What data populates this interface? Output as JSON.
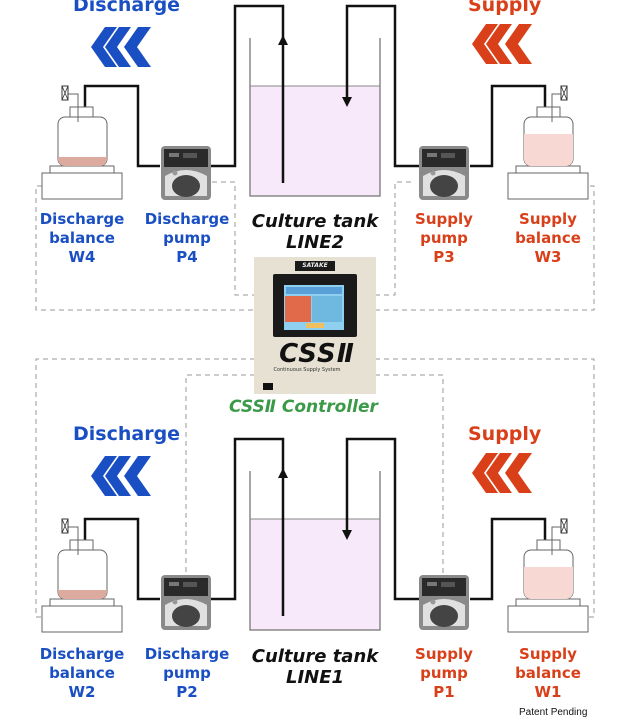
{
  "colors": {
    "discharge": "#1a4fc4",
    "supply": "#d9401a",
    "controller": "#3a9a48",
    "tank_liquid": "#f7e9f9",
    "discharge_liquid": "#ddaaa0",
    "supply_liquid": "#f8d8d2"
  },
  "line2": {
    "discharge_heading": "Discharge",
    "supply_heading": "Supply",
    "discharge_balance": [
      "Discharge",
      "balance",
      "W4"
    ],
    "discharge_pump": [
      "Discharge",
      "pump",
      "P4"
    ],
    "tank": [
      "Culture tank",
      "LINE2"
    ],
    "supply_pump": [
      "Supply",
      "pump",
      "P3"
    ],
    "supply_balance": [
      "Supply",
      "balance",
      "W3"
    ]
  },
  "controller": {
    "brand": "SATAKE",
    "logo": "CSSⅡ",
    "subtitle": "Continuous Supply System",
    "label": "CSSⅡ Controller"
  },
  "line1": {
    "discharge_heading": "Discharge",
    "supply_heading": "Supply",
    "discharge_balance": [
      "Discharge",
      "balance",
      "W2"
    ],
    "discharge_pump": [
      "Discharge",
      "pump",
      "P2"
    ],
    "tank": [
      "Culture tank",
      "LINE1"
    ],
    "supply_pump": [
      "Supply",
      "pump",
      "P1"
    ],
    "supply_balance": [
      "Supply",
      "balance",
      "W1"
    ]
  },
  "footer": {
    "patent": "Patent Pending"
  }
}
